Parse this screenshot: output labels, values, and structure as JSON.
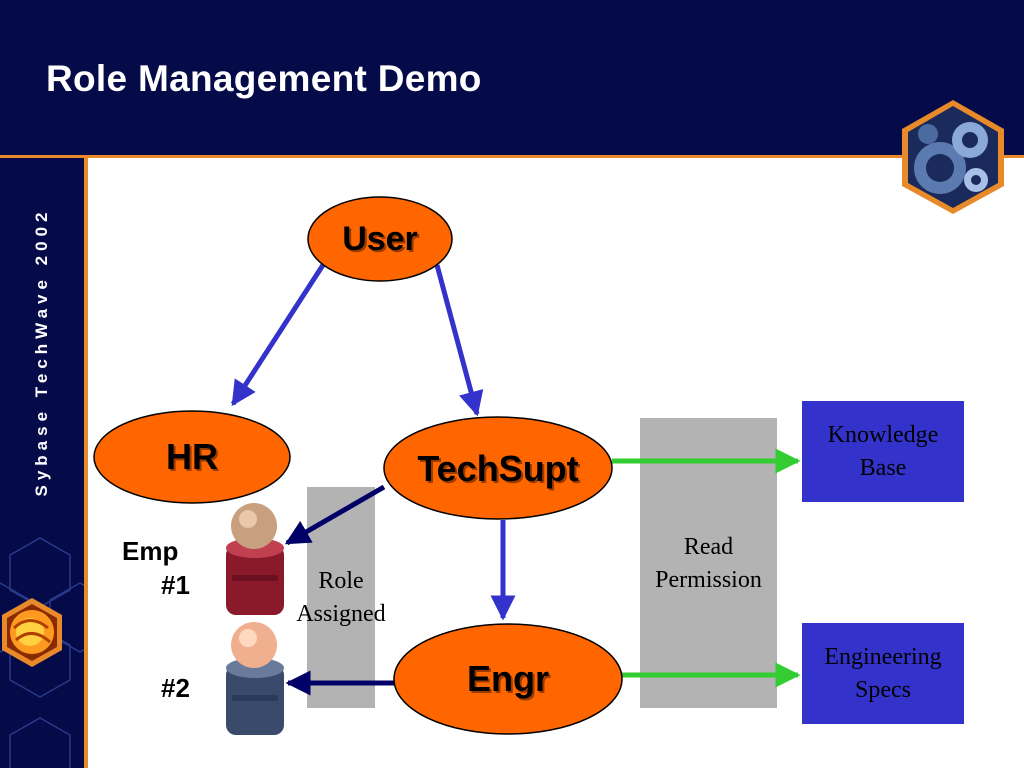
{
  "slide": {
    "title": "Role Management Demo",
    "sidebar_text": "Sybase TechWave 2002"
  },
  "nodes": {
    "user": "User",
    "hr": "HR",
    "techsupt": "TechSupt",
    "engr": "Engr"
  },
  "boxes": {
    "role_assigned": [
      "Role",
      "Assigned"
    ],
    "read_permission": [
      "Read",
      "Permission"
    ],
    "knowledge_base": [
      "Knowledge",
      "Base"
    ],
    "engineering_specs": [
      "Engineering",
      "Specs"
    ]
  },
  "employees": {
    "emp1_line1": "Emp",
    "emp1_line2": "#1",
    "emp2": "#2"
  },
  "colors": {
    "header_bg": "#050a48",
    "accent_orange": "#e88a2a",
    "node_fill": "#ff6600",
    "arrow_blue": "#3333cc",
    "arrow_navy": "#000066",
    "arrow_green": "#33cc33",
    "box_gray": "#b3b3b3",
    "box_blue": "#3333cc"
  }
}
